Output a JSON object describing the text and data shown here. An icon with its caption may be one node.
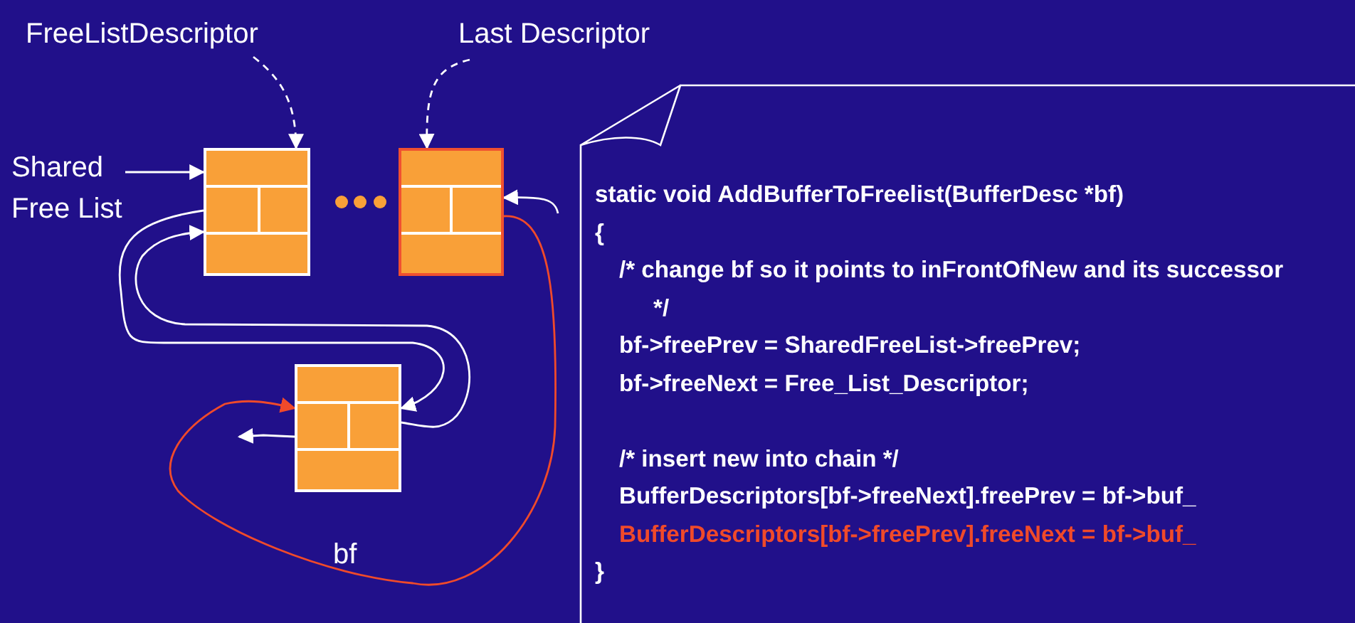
{
  "diagram": {
    "nodes": [
      {
        "text": [
          "FreeListDescriptor"
        ]
      },
      {
        "text": [
          "Last Descriptor"
        ]
      },
      {
        "text": [
          "Shared Free List"
        ]
      },
      {
        "text": [],
        "shape": "box"
      },
      {
        "text": [],
        "shape": "box"
      },
      {
        "text": [],
        "shape": "box"
      },
      {
        "text": [
          "static void AddBufferToFreelist(BufferDesc *bf)",
          "{",
          "/* change bf so it points to inFrontOfNew and its successor */",
          "bf->freePrev = SharedFreeList->freePrev;",
          "bf->freeNext = Free_List_Descriptor;",
          "/* insert new into chain */",
          "BufferDescriptors[bf->freeNext].freePrev = bf->buf_",
          "BufferDescriptors[bf->freePrev].freeNext = bf->buf_",
          "}"
        ]
      }
    ],
    "edges": [
      {
        "from": 0,
        "to": 3,
        "arrow": "to",
        "style": "dashed"
      },
      {
        "from": 1,
        "to": 4,
        "arrow": "to",
        "style": "dashed"
      },
      {
        "from": 2,
        "to": 3,
        "arrow": "to"
      },
      {
        "from": null,
        "to": 4,
        "arrow": "to"
      },
      {
        "from": 3,
        "to": 5,
        "arrow": "to"
      },
      {
        "from": 5,
        "to": 3,
        "arrow": "to"
      },
      {
        "from": 5,
        "to": null,
        "arrow": "to"
      },
      {
        "from": 4,
        "to": 5,
        "arrow": "to",
        "color": "#f04a2a"
      }
    ],
    "labels": [
      "bf"
    ]
  }
}
